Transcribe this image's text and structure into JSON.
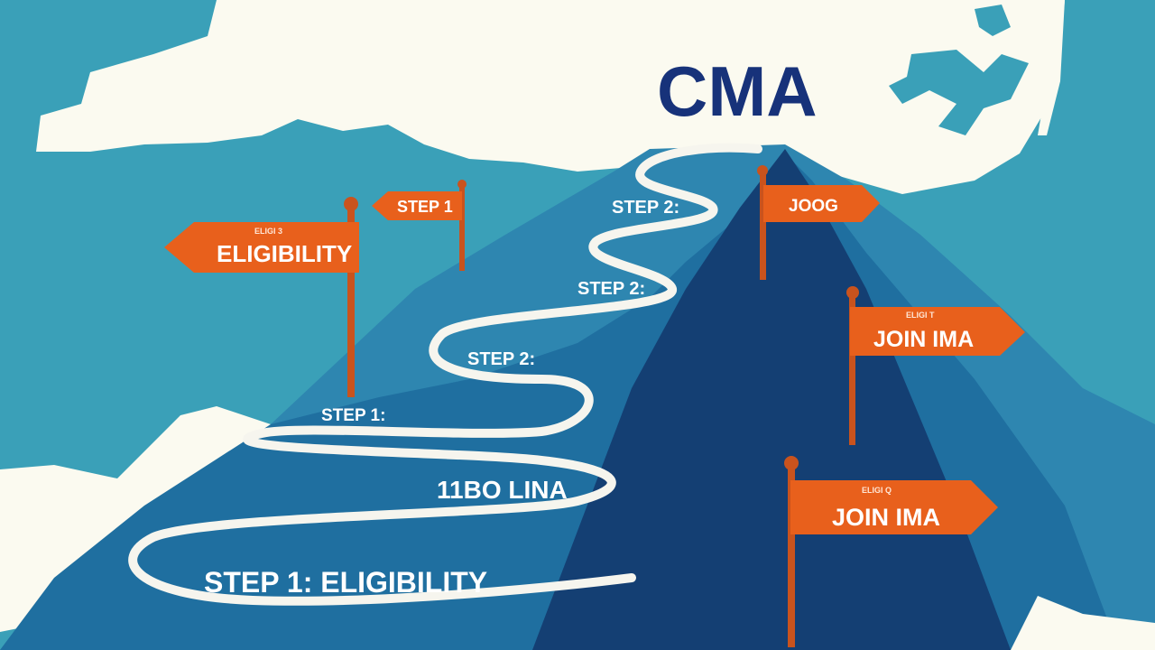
{
  "title": "CMA",
  "colors": {
    "sky": "#3aa0b8",
    "cloud": "#fbfaf0",
    "mountain_light": "#2e86b0",
    "mountain_mid": "#1f6fa0",
    "mountain_dark": "#143f73",
    "flag": "#e8601c",
    "pole": "#c9531d",
    "title": "#17327a",
    "path": "#f6f5ee"
  },
  "path_labels": {
    "top": "STEP 2:",
    "upper": "STEP 2:",
    "middle": "STEP 2:",
    "lower": "STEP 1:",
    "base": "11BO LINA",
    "bottom": "STEP 1: ELIGIBILITY"
  },
  "flags": {
    "eligibility": {
      "small": "ELIGI 3",
      "main": "ELIGIBILITY"
    },
    "step1": {
      "main": "STEP 1"
    },
    "summit": {
      "main": "JOOG"
    },
    "join_upper": {
      "small": "ELIGI T",
      "main": "JOIN IMA"
    },
    "join_lower": {
      "small": "ELIGI Q",
      "main": "JOIN IMA"
    }
  }
}
